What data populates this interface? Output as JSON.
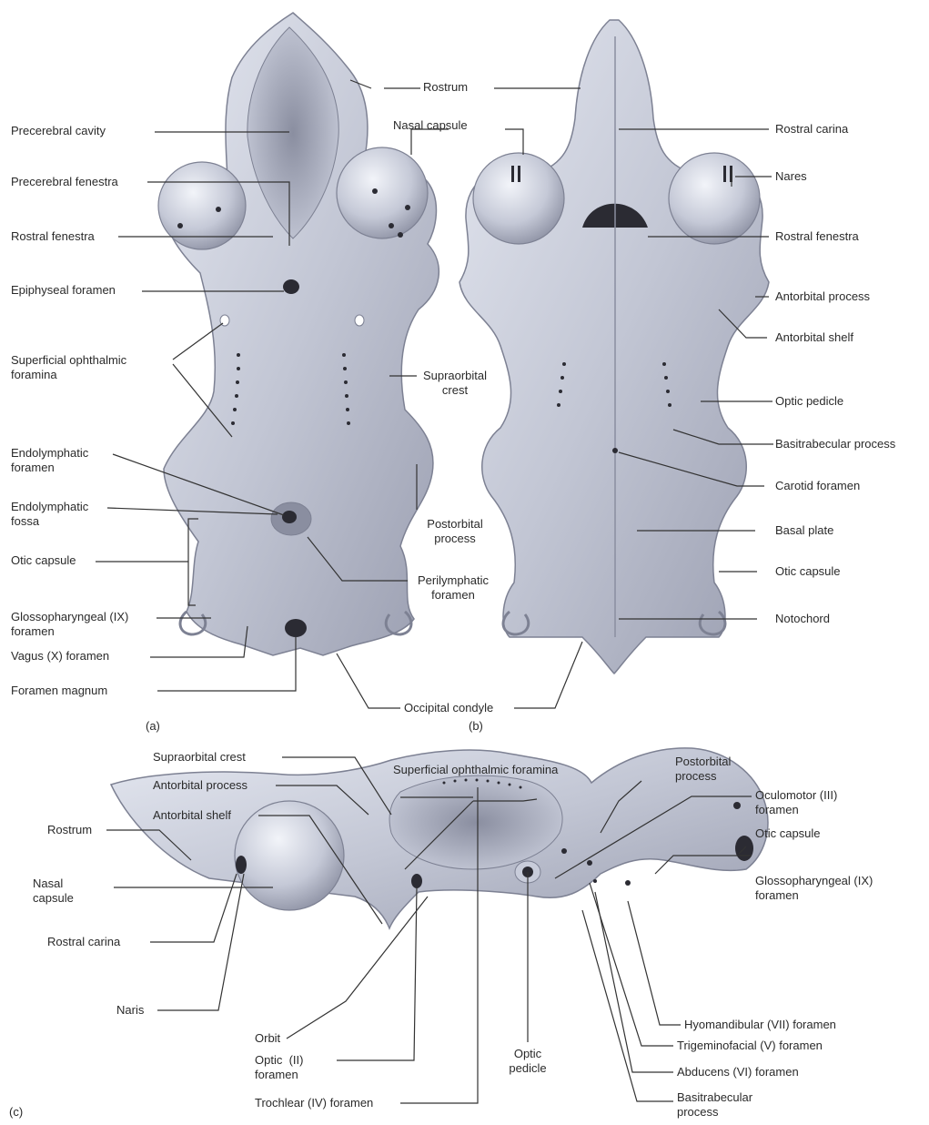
{
  "panels": {
    "a": "(a)",
    "b": "(b)",
    "c": "(c)"
  },
  "colors": {
    "bone": "#b9bdcc",
    "bone_light": "#dfe2ec",
    "bone_dark": "#7d8193",
    "hole": "#2b2b33",
    "line": "#333333"
  },
  "labels_a": {
    "precerebral_cavity": "Precerebral cavity",
    "precerebral_fenestra": "Precerebral fenestra",
    "rostral_fenestra": "Rostral fenestra",
    "epiphyseal_foramen": "Epiphyseal foramen",
    "superficial_ophthalmic_foramina": "Superficial ophthalmic\nforamina",
    "endolymphatic_foramen": "Endolymphatic\nforamen",
    "endolymphatic_fossa": "Endolymphatic\nfossa",
    "otic_capsule": "Otic capsule",
    "glossopharyngeal_foramen": "Glossopharyngeal (IX)\nforamen",
    "vagus_foramen": "Vagus (X) foramen",
    "foramen_magnum": "Foramen magnum",
    "supraorbital_crest": "Supraorbital\ncrest",
    "postorbital_process": "Postorbital\nprocess",
    "perilymphatic_foramen": "Perilymphatic\nforamen"
  },
  "labels_shared": {
    "rostrum": "Rostrum",
    "nasal_capsule": "Nasal capsule",
    "occipital_condyle": "Occipital condyle"
  },
  "labels_b": {
    "rostral_carina": "Rostral carina",
    "nares": "Nares",
    "rostral_fenestra": "Rostral fenestra",
    "antorbital_process": "Antorbital process",
    "antorbital_shelf": "Antorbital shelf",
    "optic_pedicle": "Optic pedicle",
    "basitrabecular_process": "Basitrabecular process",
    "carotid_foramen": "Carotid foramen",
    "basal_plate": "Basal plate",
    "otic_capsule": "Otic capsule",
    "notochord": "Notochord"
  },
  "labels_c": {
    "supraorbital_crest": "Supraorbital crest",
    "antorbital_process": "Antorbital process",
    "antorbital_shelf": "Antorbital shelf",
    "superficial_ophthalmic_foramina": "Superficial ophthalmic foramina",
    "postorbital_process": "Postorbital\nprocess",
    "oculomotor_foramen": "Oculomotor (III)\nforamen",
    "otic_capsule": "Otic capsule",
    "glossopharyngeal_foramen": "Glossopharyngeal (IX)\nforamen",
    "rostrum": "Rostrum",
    "nasal_capsule": "Nasal\ncapsule",
    "rostral_carina": "Rostral carina",
    "naris": "Naris",
    "orbit": "Orbit",
    "optic_foramen": "Optic  (II)\nforamen",
    "trochlear_foramen": "Trochlear (IV) foramen",
    "optic_pedicle": "Optic\npedicle",
    "hyomandibular_foramen": "Hyomandibular (VII) foramen",
    "trigeminofacial_foramen": "Trigeminofacial (V) foramen",
    "abducens_foramen": "Abducens (VI) foramen",
    "basitrabecular_process": "Basitrabecular\nprocess"
  }
}
